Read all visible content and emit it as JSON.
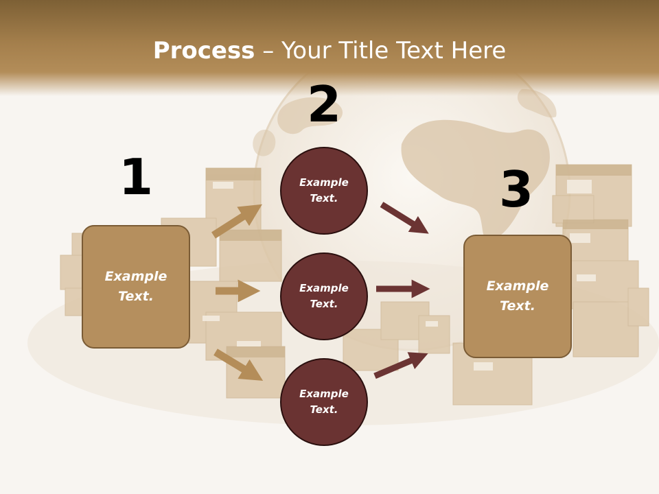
{
  "slide": {
    "title_bold": "Process",
    "title_rest": " – Your Title Text Here"
  },
  "steps": {
    "step1": {
      "number": "1",
      "box_text": "Example\nText."
    },
    "step2": {
      "number": "2",
      "circles": [
        "Example\nText.",
        "Example\nText.",
        "Example\nText."
      ]
    },
    "step3": {
      "number": "3",
      "box_text": "Example\nText."
    }
  },
  "colors": {
    "header": "#a47f4c",
    "tan_box": "#b58f5e",
    "maroon_circle": "#6a3332",
    "tan_arrow": "#b48d59",
    "maroon_arrow": "#6b3433"
  },
  "icons": {
    "background": "globe-with-cardboard-boxes"
  }
}
